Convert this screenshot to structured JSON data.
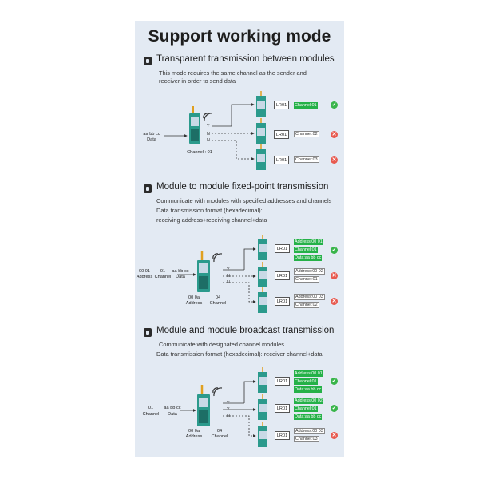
{
  "title": "Support working mode",
  "sections": [
    {
      "title": "Transparent transmission between modules",
      "desc": [
        "This mode requires the same channel as the sender and",
        "receiver in order to send data"
      ],
      "sender": {
        "data": [
          "aa bb cc",
          "Data"
        ],
        "channel": "Channel : 01"
      },
      "paths": [
        "Y",
        "N",
        "N"
      ],
      "receivers": [
        {
          "module": "LR01",
          "tags": [
            "Channel:01"
          ],
          "result": "ok"
        },
        {
          "module": "LR01",
          "tags": [
            "Channel:02"
          ],
          "result": "no"
        },
        {
          "module": "LR01",
          "tags": [
            "Channel:03"
          ],
          "result": "no"
        }
      ]
    },
    {
      "title": "Module to module fixed-point transmission",
      "desc": [
        "Communicate with modules with specified addresses and channels",
        "Data transmission format (hexadecimal):",
        "receiving address+receiving channel+data"
      ],
      "sender": {
        "inputs": [
          {
            "lines": [
              "00 01",
              "Address"
            ]
          },
          {
            "lines": [
              "01",
              "Channel"
            ]
          },
          {
            "lines": [
              "aa bb cc",
              "Data"
            ]
          }
        ],
        "below": [
          {
            "lines": [
              "00 0a",
              "Address"
            ]
          },
          {
            "lines": [
              "04",
              "Channel"
            ]
          }
        ]
      },
      "paths": [
        "Y",
        "N",
        "N"
      ],
      "receivers": [
        {
          "module": "LR01",
          "tags": [
            "Address:00 01",
            "Channel:01",
            "Data:aa bb cc"
          ],
          "result": "ok"
        },
        {
          "module": "LR01",
          "tags": [
            "Address:00 02",
            "Channel:01"
          ],
          "result": "no"
        },
        {
          "module": "LR01",
          "tags": [
            "Address:00 03",
            "Channel:02"
          ],
          "result": "no"
        }
      ]
    },
    {
      "title": "Module and module broadcast transmission",
      "desc": [
        "Communicate with designated channel modules",
        "Data transmission format (hexadecimal): receiver channel+data"
      ],
      "sender": {
        "inputs": [
          {
            "lines": [
              "01",
              "Channel"
            ]
          },
          {
            "lines": [
              "aa bb cc",
              "Data"
            ]
          }
        ],
        "below": [
          {
            "lines": [
              "00 0a",
              "Address"
            ]
          },
          {
            "lines": [
              "04",
              "Channel"
            ]
          }
        ]
      },
      "paths": [
        "Y",
        "Y",
        "N"
      ],
      "receivers": [
        {
          "module": "LR01",
          "tags": [
            "Address:00 01",
            "Channel:01",
            "Data:aa bb cc"
          ],
          "result": "ok"
        },
        {
          "module": "LR01",
          "tags": [
            "Address:00 02",
            "Channel:01",
            "Data:aa bb cc"
          ],
          "result": "ok"
        },
        {
          "module": "LR01",
          "tags": [
            "Address:00 03",
            "Channel:03"
          ],
          "result": "no"
        }
      ]
    }
  ],
  "colors": {
    "panel": "#e3eaf3",
    "ok": "#25b148",
    "no": "#e85a4f",
    "module": "#2b9a8c"
  }
}
